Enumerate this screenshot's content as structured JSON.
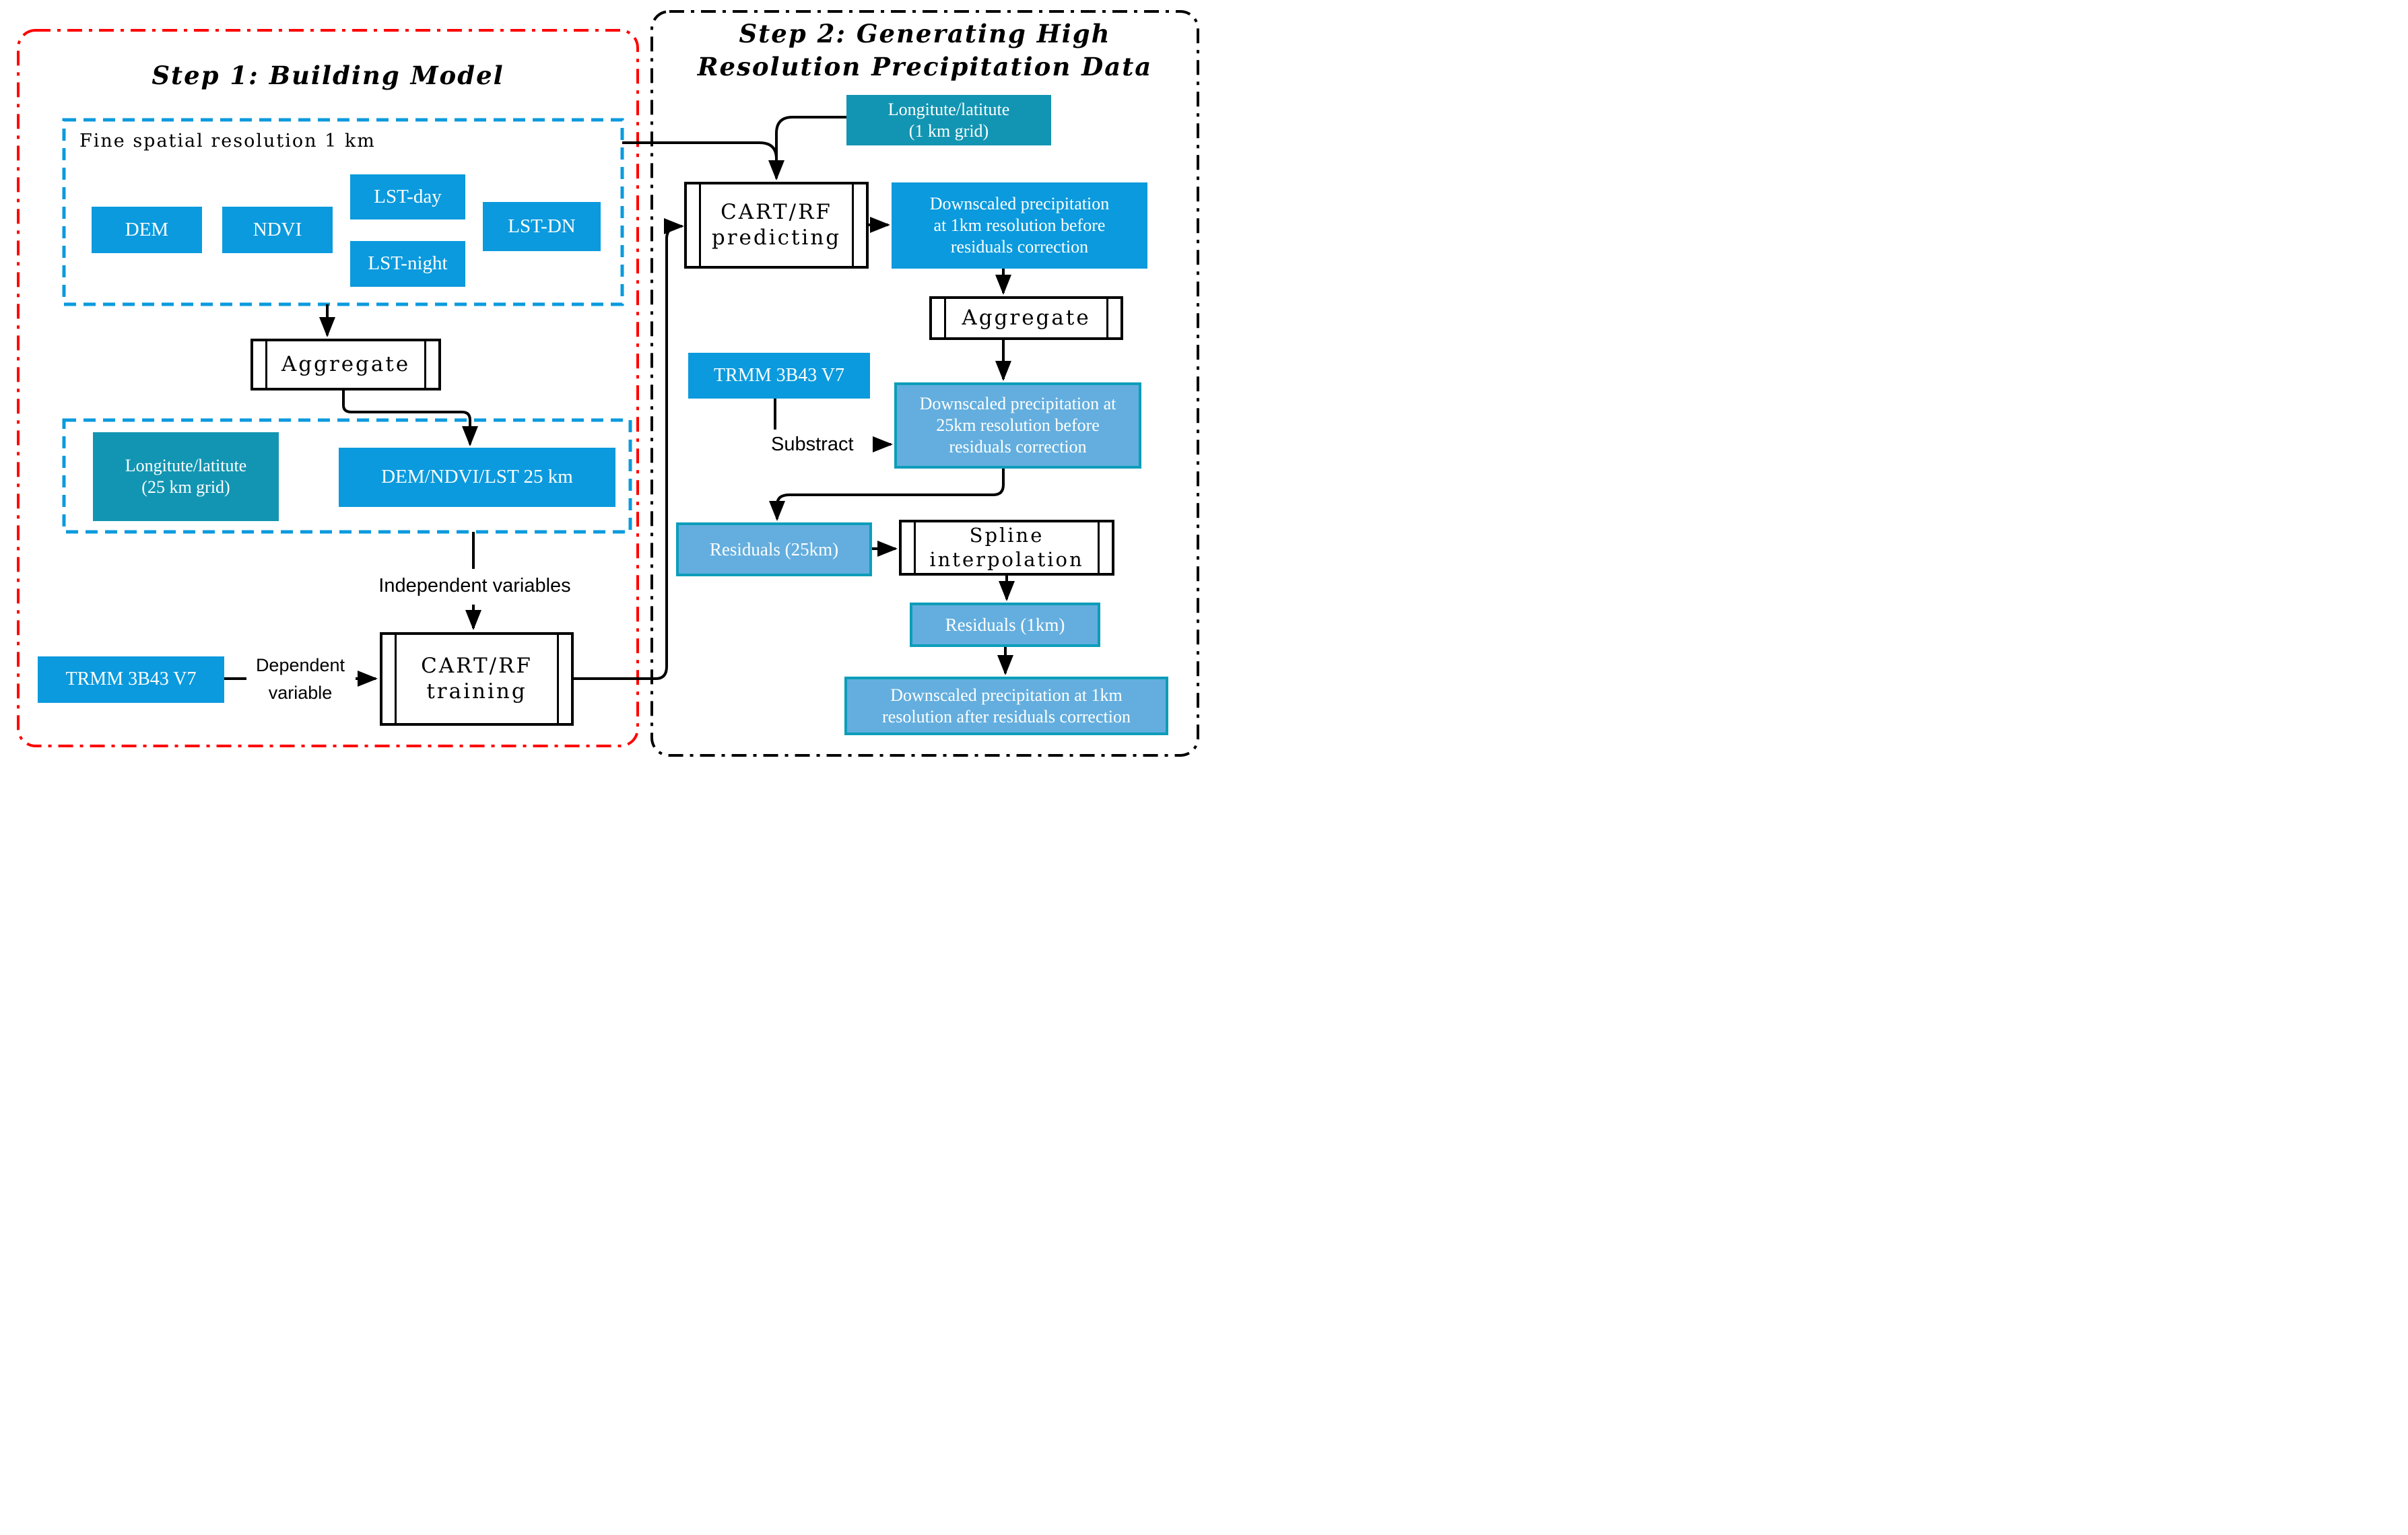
{
  "colors": {
    "azure_blue": "#0b9add",
    "teal": "#1295b2",
    "light_blue": "#63aede",
    "light_blue_border": "#0c9db9",
    "step1_border": "#ff0000",
    "step2_border": "#000000",
    "inner_dashed_border": "#0b9add"
  },
  "step1": {
    "title": "Step 1: Building Model",
    "fine_resolution_label": "Fine spatial resolution 1 km",
    "boxes": {
      "dem": "DEM",
      "ndvi": "NDVI",
      "lst_day": "LST-day",
      "lst_night": "LST-night",
      "lst_dn": "LST-DN",
      "lonlat_25km": "Longitute/latitute\n(25 km grid)",
      "dem_ndvi_lst_25km": "DEM/NDVI/LST 25 km",
      "trmm": "TRMM 3B43 V7"
    },
    "process": {
      "aggregate": "Aggregate",
      "cart_rf_training": "CART/RF\ntraining"
    },
    "labels": {
      "independent_variables": "Independent variables",
      "dependent_variable": "Dependent\nvariable"
    }
  },
  "step2": {
    "title": "Step 2: Generating High\nResolution Precipitation Data",
    "boxes": {
      "lonlat_1km": "Longitute/latitute\n(1 km grid)",
      "downscaled_1km_before": "Downscaled precipitation\nat 1km resolution before\nresiduals correction",
      "trmm": "TRMM 3B43 V7",
      "downscaled_25km_before": "Downscaled precipitation at\n25km resolution before\nresiduals correction",
      "residuals_25km": "Residuals (25km)",
      "residuals_1km": "Residuals (1km)",
      "downscaled_1km_after": "Downscaled precipitation at 1km\nresolution after residuals correction"
    },
    "process": {
      "cart_rf_predicting": "CART/RF\npredicting",
      "aggregate": "Aggregate",
      "spline_interpolation": "Spline\ninterpolation"
    },
    "labels": {
      "substract": "Substract"
    }
  }
}
